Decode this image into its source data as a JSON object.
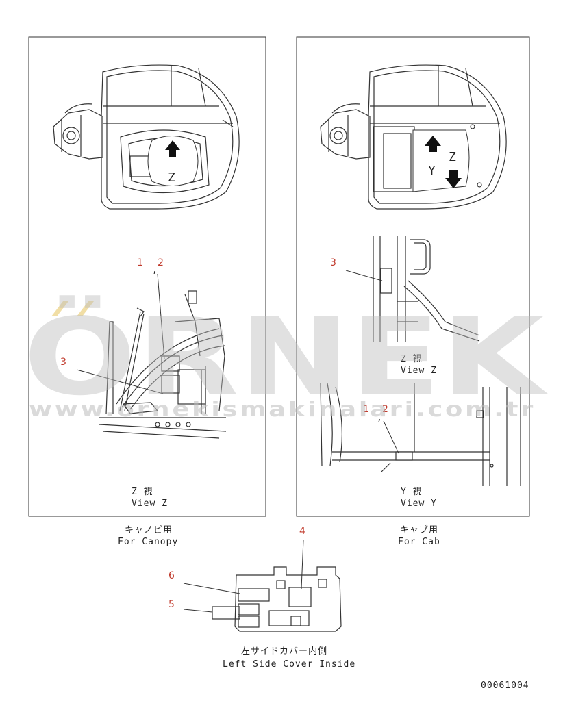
{
  "watermark": {
    "brand": "ÖRNEK",
    "url": "www.orneki̇smakinalari.com.tr"
  },
  "left_panel": {
    "view_label_jp": "Z 視",
    "view_label_en": "View Z",
    "arrow_label": "Z",
    "callouts": {
      "c1": "1",
      "c2": "2",
      "comma": ",",
      "c3": "3"
    },
    "caption_jp": "キャノピ用",
    "caption_en": "For Canopy"
  },
  "right_panel": {
    "arrow_label_z": "Z",
    "arrow_label_y": "Y",
    "view_z_jp": "Z 視",
    "view_z_en": "View Z",
    "view_y_jp": "Y 視",
    "view_y_en": "View Y",
    "callouts": {
      "c3": "3",
      "c1": "1",
      "c2": "2",
      "comma": ","
    },
    "caption_jp": "キャブ用",
    "caption_en": "For Cab"
  },
  "bottom_part": {
    "callouts": {
      "c4": "4",
      "c6": "6",
      "c5": "5"
    },
    "caption_jp": "左サイドカバー内側",
    "caption_en": "Left Side Cover Inside"
  },
  "drawing_number": "00061004"
}
